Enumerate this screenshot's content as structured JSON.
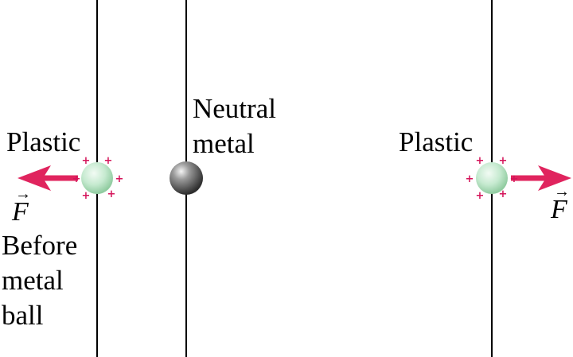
{
  "labels": {
    "plastic_left": "Plastic",
    "neutral_metal_line1": "Neutral",
    "neutral_metal_line2": "metal",
    "plastic_right": "Plastic",
    "before_line1": "Before",
    "before_line2": "metal",
    "before_line3": "ball"
  },
  "force": {
    "symbol": "F",
    "vector_arrow": "→"
  },
  "charges": {
    "sign": "+"
  },
  "colors": {
    "string": "#000000",
    "plastic_ball": "#bfe6c8",
    "metal_ball": "#5a5a5a",
    "force_arrow": "#e0245e",
    "charge": "#d4145a"
  }
}
